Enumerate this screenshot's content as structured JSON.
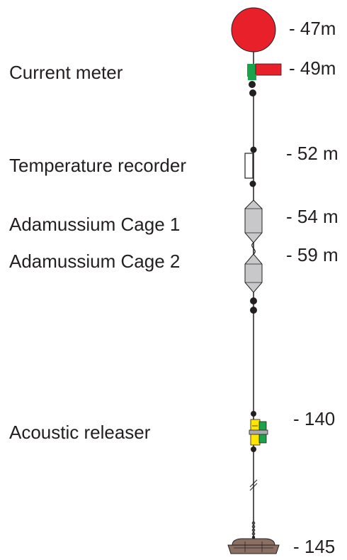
{
  "labels": {
    "current_meter": "Current meter",
    "temperature_recorder": "Temperature recorder",
    "cage1": "Adamussium Cage 1",
    "cage2": "Adamussium Cage 2",
    "acoustic_releaser": "Acoustic releaser"
  },
  "depths": {
    "buoy": "- 47m",
    "current_meter": "- 49m",
    "temperature_recorder": "- 52 m",
    "cage1": "- 54 m",
    "cage2": "- 59 m",
    "acoustic_releaser": "- 140",
    "anchor": "- 145"
  },
  "colors": {
    "buoy": "#e8202a",
    "meter_green": "#1aa34a",
    "meter_red": "#e8202a",
    "cage": "#c8c8ca",
    "releaser_yellow": "#ffe600",
    "releaser_green": "#1aa34a",
    "anchor": "#8a6f63",
    "line": "#231f20"
  }
}
